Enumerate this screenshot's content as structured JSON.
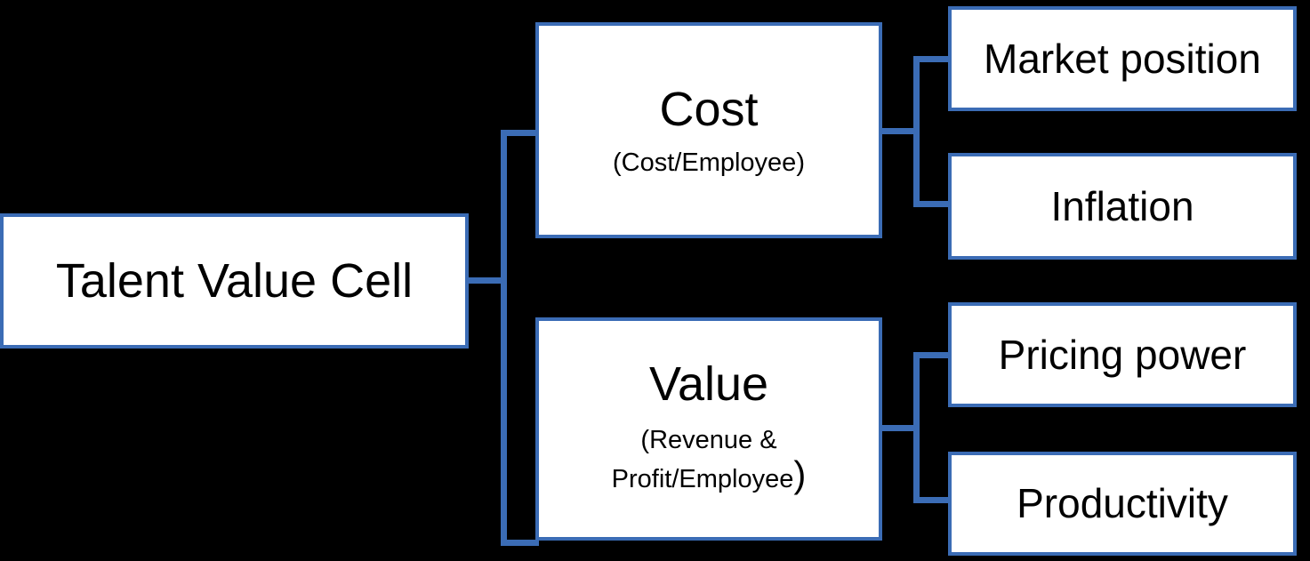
{
  "diagram": {
    "title": "Talent Value Cell",
    "type": "tree",
    "background_color": "#000000",
    "node_fill_color": "#FFFFFF",
    "node_border_color": "#3B6CB5",
    "text_color": "#000000",
    "root": {
      "label": "Talent Value Cell"
    },
    "branches": [
      {
        "label": "Cost",
        "sublabel": "(Cost/Employee)",
        "children": [
          {
            "label": "Market position"
          },
          {
            "label": "Inflation"
          }
        ]
      },
      {
        "label": "Value",
        "sublabel_line1": "(Revenue &",
        "sublabel_line2": "Profit/Employee",
        "sublabel_line2_close": ")",
        "children": [
          {
            "label": "Pricing power"
          },
          {
            "label": "Productivity"
          }
        ]
      }
    ]
  }
}
